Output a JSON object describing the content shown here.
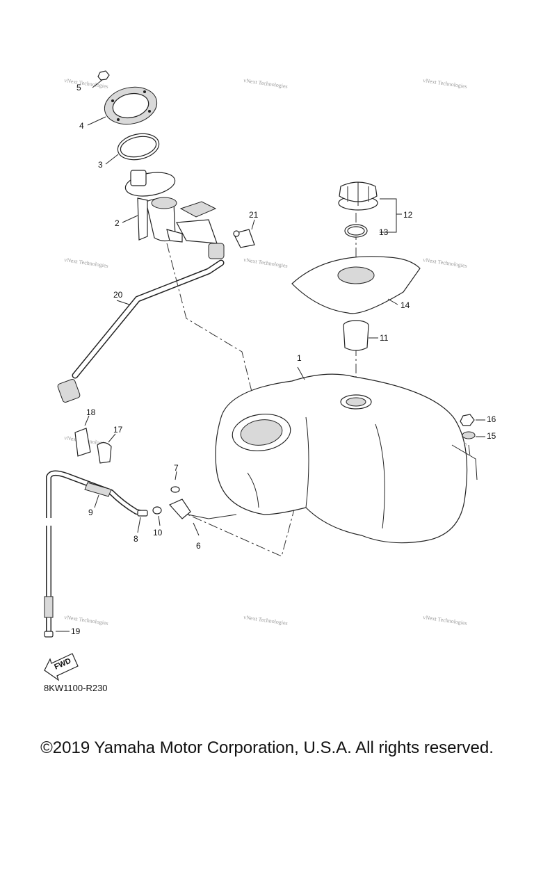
{
  "diagram": {
    "code": "8KW1100-R230",
    "fwd_label": "FWD",
    "watermark": "vNext Technologies",
    "parts": [
      "1",
      "2",
      "3",
      "4",
      "5",
      "6",
      "7",
      "8",
      "9",
      "10",
      "11",
      "12",
      "13",
      "14",
      "15",
      "16",
      "17",
      "18",
      "19",
      "20",
      "21"
    ]
  },
  "footer": {
    "copyright": "©2019 Yamaha Motor Corporation, U.S.A. All rights reserved."
  }
}
